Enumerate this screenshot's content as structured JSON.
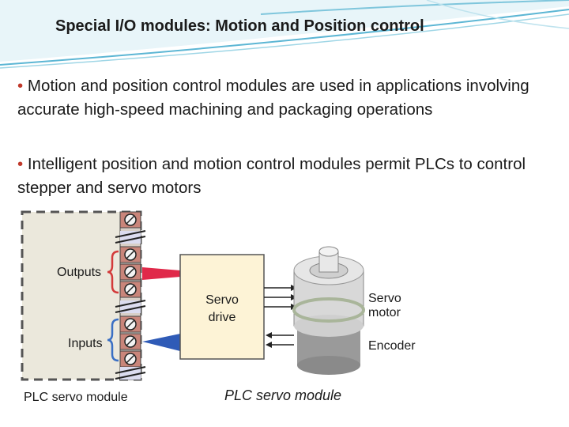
{
  "slide": {
    "title": "Special I/O modules: Motion and Position control",
    "bullets": [
      {
        "marker": "•",
        "text": "Motion and position control modules are used in applications involving accurate high-speed machining and packaging operations"
      },
      {
        "marker": "•",
        "text": "Intelligent position and motion control modules permit PLCs to control stepper and servo motors"
      }
    ]
  },
  "diagram": {
    "outputs_label": "Outputs",
    "inputs_label": "Inputs",
    "module_label": "PLC servo module",
    "drive_label_line1": "Servo",
    "drive_label_line2": "drive",
    "motor_label_line1": "Servo",
    "motor_label_line2": "motor",
    "encoder_label": "Encoder",
    "colors": {
      "module_fill": "#ebe8dc",
      "terminal_fill": "#c9857a",
      "drive_fill": "#fdf3d6",
      "output_arrow": "#e0294a",
      "input_arrow": "#2f5bb7",
      "brace_red": "#d33a3a",
      "brace_blue": "#3a6fc4"
    }
  },
  "caption": "PLC servo module"
}
